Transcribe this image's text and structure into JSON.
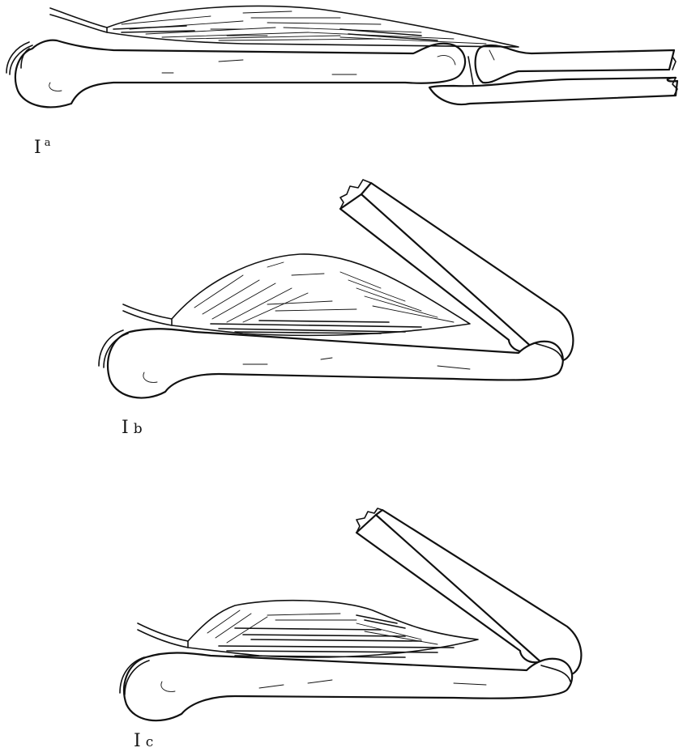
{
  "figure": {
    "panels": [
      {
        "id": "a",
        "label_main": "I",
        "label_sup": "a"
      },
      {
        "id": "b",
        "label_main": "I",
        "label_sup": "b"
      },
      {
        "id": "c",
        "label_main": "I",
        "label_sup": "c"
      }
    ]
  }
}
